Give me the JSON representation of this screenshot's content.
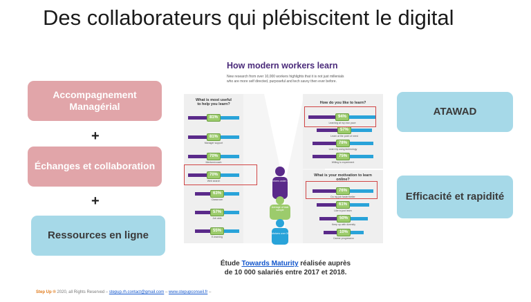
{
  "title": "Des collaborateurs qui plébiscitent le digital",
  "left": {
    "box1": "Accompagnement Managérial",
    "plus1": "+",
    "box2": "Échanges et collaboration",
    "plus2": "+",
    "box3": "Ressources en ligne"
  },
  "right": {
    "box1": "ATAWAD",
    "box2": "Efficacité et rapidité"
  },
  "infographic": {
    "title": "How modern workers learn",
    "subtitle": "New research from over 10,000 workers highlights that it is not just millenials who are more self directed, purposeful and tech savvy then ever before.",
    "left_panel_header": "What is most useful to help you learn?",
    "left_bars": [
      {
        "value": "81%",
        "label": ""
      },
      {
        "value": "81%",
        "label": "Manager support"
      },
      {
        "value": "70%",
        "label": "Mentors/coach"
      },
      {
        "value": "70%",
        "label": "Web search"
      },
      {
        "value": "63%",
        "label": "Classroom"
      },
      {
        "value": "57%",
        "label": "Job aids"
      },
      {
        "value": "55%",
        "label": "E-learning"
      }
    ],
    "right_panel_header1": "How do you like to learn?",
    "right_bars1": [
      {
        "value": "94%",
        "label": "Learning at my own pace"
      },
      {
        "value": "57%",
        "label": "Learn at the point of need"
      },
      {
        "value": "78%",
        "label": "Learn by using technology"
      },
      {
        "value": "75%",
        "label": "Willing to experiment"
      }
    ],
    "right_panel_header2": "What is your motivation to learn online?",
    "right_bars2": [
      {
        "value": "76%",
        "label": "Do my job faster/better"
      },
      {
        "value": "61%",
        "label": "Like to just learn"
      },
      {
        "value": "50%",
        "label": "Keep up with diversity"
      },
      {
        "value": "10%",
        "label": "Career progression"
      }
    ],
    "legend": {
      "under": "Workers under 35",
      "average": "Average of total sample",
      "over": "Workers over 35"
    }
  },
  "study": {
    "prefix": "Étude",
    "link": "Towards Maturity",
    "suffix": "réalisée auprès de 10 000 salariés entre 2017 et 2018."
  },
  "footer": {
    "brand": "Step Up ®",
    "text": " 2020, all Rights Reserved – ",
    "email": "stepup.rh.contact@gmail.com",
    "sep": " – ",
    "site": "www.stepupconseil.fr",
    "end": " –"
  },
  "colors": {
    "pink": "#e1a5a9",
    "blue": "#a6d9e8",
    "purple": "#5a2a8a",
    "cyan": "#29a3d9",
    "green": "#9ccb6c",
    "highlight": "#d04545"
  }
}
